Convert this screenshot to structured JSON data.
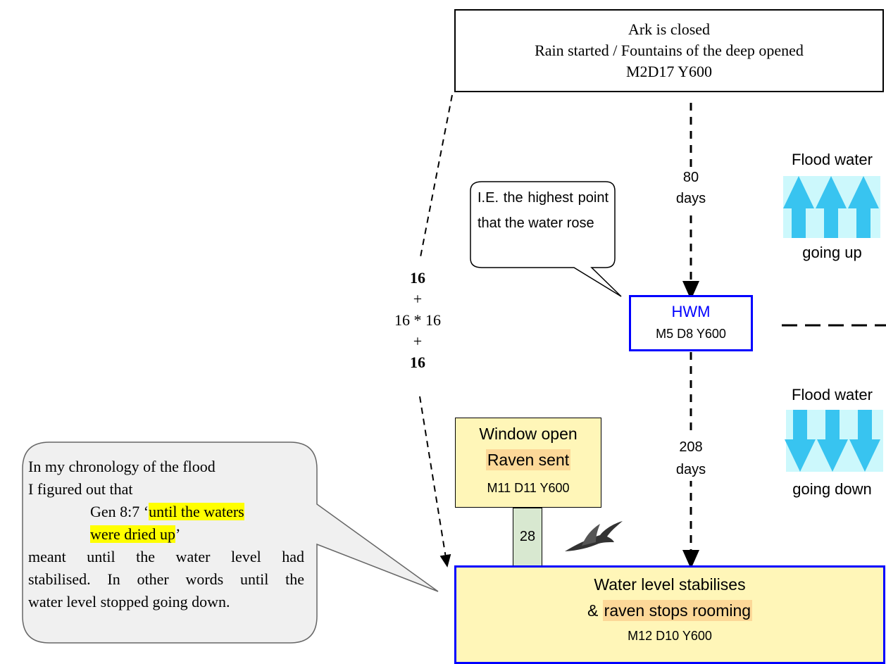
{
  "top_box": {
    "line1": "Ark is closed",
    "line2": "Rain started / Fountains of the deep opened",
    "line3": "M2D17 Y600"
  },
  "upper_interval": {
    "number": "80",
    "unit": "days"
  },
  "lower_interval": {
    "number": "208",
    "unit": "days"
  },
  "hwm_box": {
    "title": "HWM",
    "date": "M5 D8 Y600"
  },
  "callout_hwm": {
    "text": "I.E. the highest point that the water rose"
  },
  "left_calc": {
    "a": "16",
    "plus1": "+",
    "mid": "16 * 16",
    "plus2": "+",
    "b": "16"
  },
  "flood_up": {
    "title": "Flood water",
    "caption": "going up"
  },
  "flood_down": {
    "title": "Flood water",
    "caption": "going down"
  },
  "window_box": {
    "line1": "Window open",
    "line2": "Raven sent",
    "line3": "M11 D11 Y600"
  },
  "gap_label": "28",
  "bottom_box": {
    "line1": "Water level stabilises",
    "line2_prefix": "& ",
    "line2_highlight": "raven stops rooming",
    "line3": "M12 D10 Y600"
  },
  "callout_chronology": {
    "line1": "In my chronology of the flood",
    "line2": "I figured out that",
    "quote_prefix": "Gen 8:7 ‘",
    "quote_highlight_1": "until the waters",
    "quote_highlight_2": "were dried up",
    "quote_suffix": "’",
    "line4": "meant until the water level had",
    "line5": "stabilised. In other words until the",
    "line6": "water level stopped going down."
  },
  "colors": {
    "box_blue": "#0000ff",
    "box_yellow": "#fff6b8",
    "arrow_cyan": "#38c4f0",
    "arrow_bg": "#ccf8fc",
    "highlight_yellow": "#ffff00",
    "highlight_orange": "#fcd898",
    "raven_box": "#d8e8d0",
    "callout_fill": "#f0f0f0"
  },
  "icons": [
    "raven-icon",
    "arrow-up-icon",
    "arrow-down-icon"
  ]
}
